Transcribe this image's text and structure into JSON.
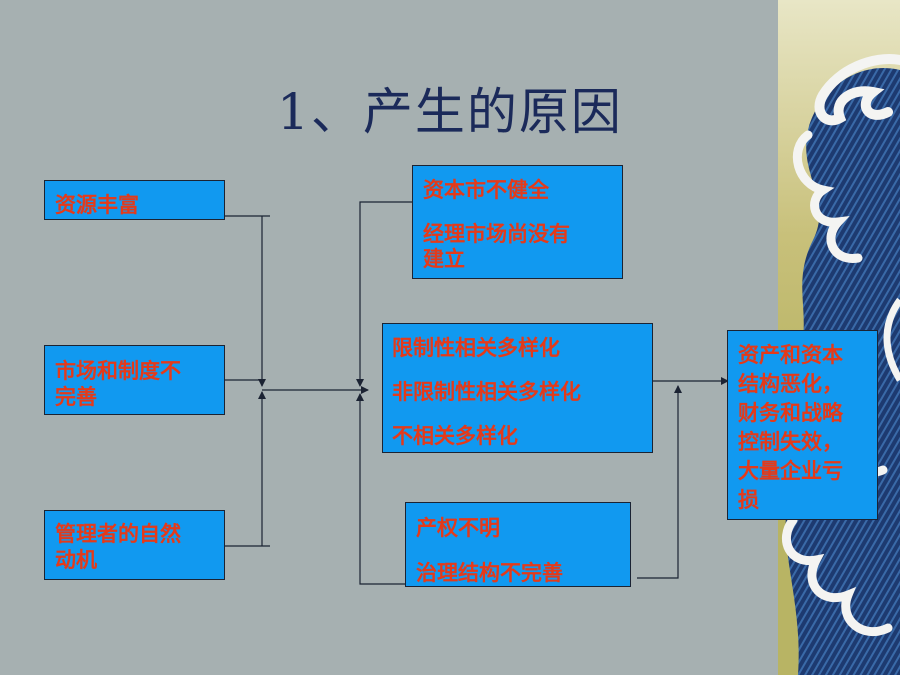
{
  "title": "1、产生的原因",
  "left_boxes": [
    {
      "lines": [
        "资源丰富"
      ]
    },
    {
      "lines": [
        "市场和制度不",
        "完善"
      ]
    },
    {
      "lines": [
        "管理者的自然",
        "动机"
      ]
    }
  ],
  "top_box": {
    "lines": [
      "资本市不健全",
      "经理市场尚没有",
      "建立"
    ]
  },
  "middle_box": {
    "lines": [
      "限制性相关多样化",
      "非限制性相关多样化",
      "不相关多样化"
    ]
  },
  "bottom_box": {
    "lines": [
      "产权不明",
      "治理结构不完善"
    ]
  },
  "result_box": {
    "lines": [
      "资产和资本",
      "结构恶化，",
      "财务和战略",
      "控制失效，",
      "大量企业亏",
      "损"
    ]
  },
  "colors": {
    "background": "#a6b0b1",
    "box_fill": "#1199f0",
    "box_text": "#e43a1a",
    "title": "#1b2a5a",
    "wave_dark": "#1d3a70"
  }
}
